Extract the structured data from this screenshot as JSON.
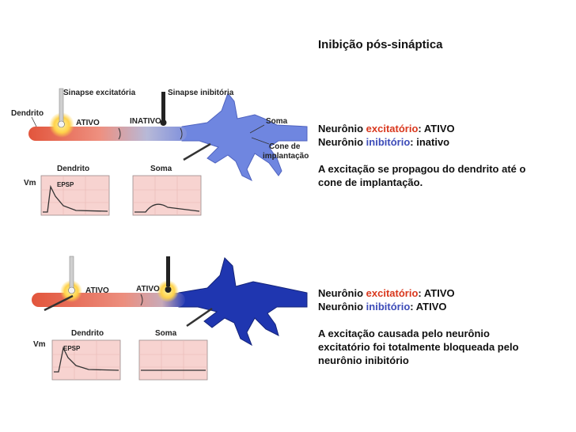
{
  "title": "Inibição pós-sináptica",
  "diagram1": {
    "labels": {
      "dendrito": "Dendrito",
      "sinapse_exc": "Sinapse excitatória",
      "sinapse_inib": "Sinapse inibitória",
      "ativo": "ATIVO",
      "inativo": "INATIVO",
      "soma": "Soma",
      "cone_1": "Cone de",
      "cone_2": "implantação",
      "vm": "Vm",
      "plot_dendrito": "Dendrito",
      "plot_soma": "Soma",
      "epsp": "EPSP"
    },
    "text": {
      "line1_prefix": "Neurônio ",
      "line1_word": "excitatório",
      "line1_suffix": ":  ATIVO",
      "line2_prefix": "Neurônio ",
      "line2_word": "inibitório",
      "line2_suffix": ":     inativo",
      "para1": "A excitação se propagou do dendrito até o",
      "para2": "cone de implantação."
    }
  },
  "diagram2": {
    "labels": {
      "ativo_left": "ATIVO",
      "ativo_right": "ATIVO",
      "vm": "Vm",
      "plot_dendrito": "Dendrito",
      "plot_soma": "Soma",
      "epsp": "EPSP"
    },
    "text": {
      "line1_prefix": "Neurônio ",
      "line1_word": "excitatório",
      "line1_suffix": ":  ATIVO",
      "line2_prefix": "Neurônio ",
      "line2_word": "inibitório",
      "line2_suffix": ":     ATIVO",
      "para1": "A excitação causada pelo neurônio",
      "para2": "excitatório foi totalmente bloqueada pelo",
      "para3": "neurônio inibitório"
    }
  },
  "colors": {
    "excitatory": "#d9381e",
    "inhibitory": "#3c4bb8",
    "neuron_light": "#6f86e0",
    "neuron_dark": "#1f36b0",
    "axon_red": "#e2553c",
    "plot_bg": "#f7d3d0"
  }
}
